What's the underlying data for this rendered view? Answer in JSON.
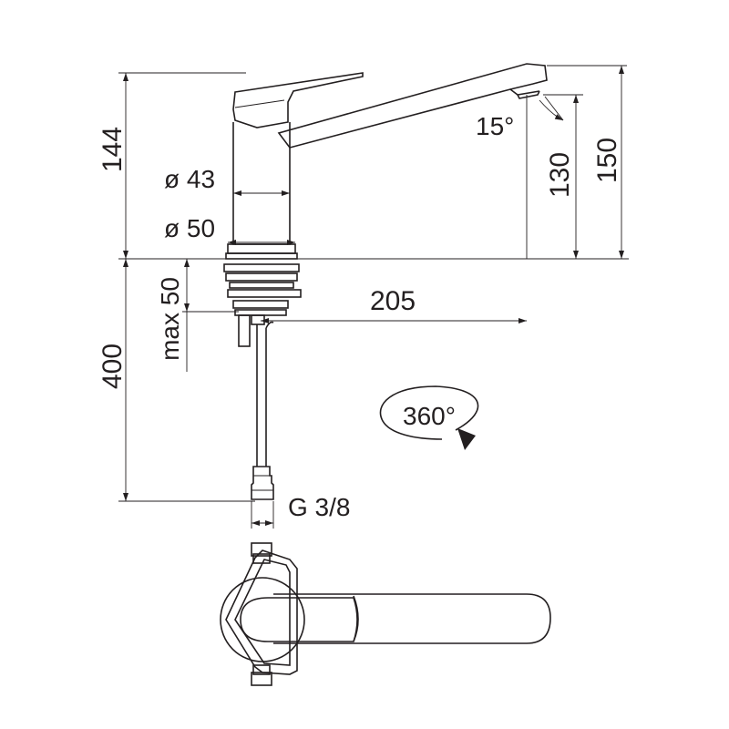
{
  "dimensions": {
    "height_total": "144",
    "body_diameter": "ø 43",
    "base_diameter": "ø 50",
    "spout_angle": "15°",
    "spout_outlet_height": "130",
    "spout_top_height": "150",
    "deck_thickness": "max 50",
    "spout_reach": "205",
    "hose_length": "400",
    "connection_thread": "G 3/8",
    "rotation": "360°"
  },
  "colors": {
    "line": "#231f20",
    "background": "#ffffff"
  }
}
